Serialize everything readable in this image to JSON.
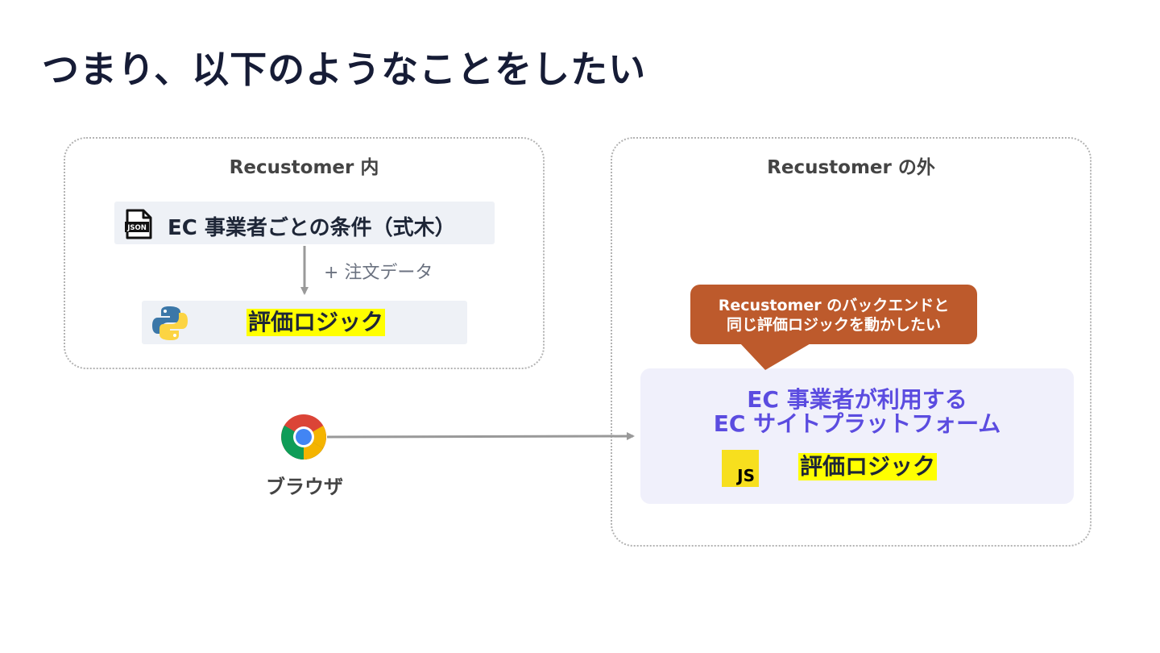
{
  "slide": {
    "title": "つまり、以下のようなことをしたい"
  },
  "left_group": {
    "title": "Recustomer 内",
    "condition_box": {
      "icon": "json-file-icon",
      "label": "EC 事業者ごとの条件（式木）"
    },
    "edge_label": "+ 注文データ",
    "logic_box": {
      "icon": "python-icon",
      "label": "評価ロジック"
    }
  },
  "right_group": {
    "title": "Recustomer の外",
    "callout": {
      "line1": "Recustomer のバックエンドと",
      "line2": "同じ評価ロジックを動かしたい"
    },
    "platform_box": {
      "line1": "EC 事業者が利用する",
      "line2": "EC サイトプラットフォーム",
      "icon": "javascript-icon",
      "icon_text": "JS",
      "logic_label": "評価ロジック"
    }
  },
  "browser": {
    "icon": "chrome-icon",
    "label": "ブラウザ"
  },
  "colors": {
    "title": "#161c36",
    "highlight": "#ffff00",
    "callout": "#bd5a2c",
    "platform_text": "#5b4ce0",
    "platform_bg": "#f0f0fb",
    "box_bg": "#eef1f6",
    "arrow": "#999999"
  }
}
